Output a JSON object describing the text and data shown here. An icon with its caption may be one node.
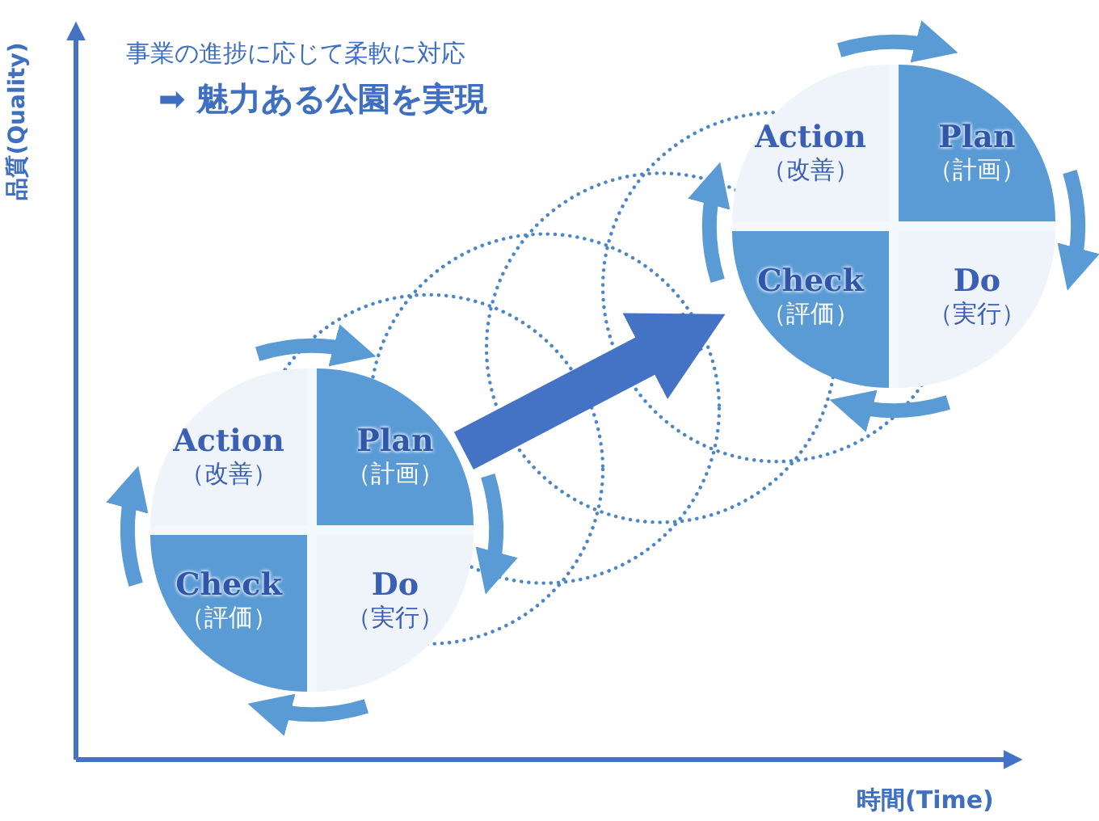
{
  "diagram": {
    "nodes": [
      {
        "text": [],
        "shape": "circle"
      },
      {
        "text": [
          "Action",
          "（改善）"
        ],
        "in": 0
      },
      {
        "text": [
          "Plan",
          "（計画）"
        ],
        "in": 0
      },
      {
        "text": [
          "Check",
          "（評価）"
        ],
        "in": 0
      },
      {
        "text": [
          "Do",
          "（実行）"
        ],
        "in": 0
      },
      {
        "text": [],
        "shape": "circle"
      },
      {
        "text": [
          "Action",
          "（改善）"
        ],
        "in": 5
      },
      {
        "text": [
          "Plan",
          "（計画）"
        ],
        "in": 5
      },
      {
        "text": [
          "Check",
          "（評価）"
        ],
        "in": 5
      },
      {
        "text": [
          "Do",
          "（実行）"
        ],
        "in": 5
      }
    ],
    "edges": [
      {
        "from": 1,
        "to": 2,
        "arrow": "to"
      },
      {
        "from": 2,
        "to": 4,
        "arrow": "to"
      },
      {
        "from": 4,
        "to": 3,
        "arrow": "to"
      },
      {
        "from": 3,
        "to": 1,
        "arrow": "to"
      },
      {
        "from": 6,
        "to": 7,
        "arrow": "to"
      },
      {
        "from": 7,
        "to": 9,
        "arrow": "to"
      },
      {
        "from": 9,
        "to": 8,
        "arrow": "to"
      },
      {
        "from": 8,
        "to": 6,
        "arrow": "to"
      },
      {
        "from": 5,
        "to": 0,
        "arrow": "to",
        "style": "thick",
        "color": "#4472c4"
      }
    ],
    "labels": [
      "事業の進捗に応じて柔軟に対応",
      "➡ 魅力ある公園を実現",
      "品質(Quality)",
      "時間(Time)"
    ]
  }
}
